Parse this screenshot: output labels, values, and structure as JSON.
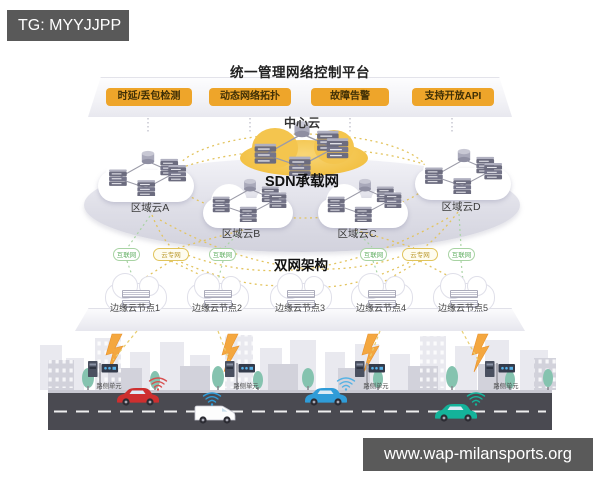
{
  "badge": {
    "text": "TG: MYYJJPP"
  },
  "watermark": {
    "text": "www.wap-milansports.org"
  },
  "platform": {
    "title": "统一管理网络控制平台",
    "buttons": [
      {
        "label": "时延/丢包检测"
      },
      {
        "label": "动态网络拓扑"
      },
      {
        "label": "故障告警"
      },
      {
        "label": "支持开放API"
      }
    ]
  },
  "network": {
    "center_cloud_label": "中心云",
    "sdn_label": "SDN承载网",
    "regional_clouds": [
      {
        "label": "区域云A"
      },
      {
        "label": "区域云B"
      },
      {
        "label": "区域云C"
      },
      {
        "label": "区域云D"
      }
    ],
    "dual_network_label": "双网架构",
    "access_ovals": [
      {
        "label": "互联网",
        "type": "internet"
      },
      {
        "label": "云专网",
        "type": "private"
      },
      {
        "label": "互联网",
        "type": "internet"
      },
      {
        "label": "互联网",
        "type": "internet"
      },
      {
        "label": "云专网",
        "type": "private"
      },
      {
        "label": "互联网",
        "type": "internet"
      }
    ],
    "edge_nodes": [
      {
        "label": "边缘云节点1"
      },
      {
        "label": "边缘云节点2"
      },
      {
        "label": "边缘云节点3"
      },
      {
        "label": "边缘云节点4"
      },
      {
        "label": "边缘云节点5"
      }
    ]
  },
  "street": {
    "rsu_label": "路侧单元",
    "vehicles": [
      {
        "name": "red-sedan",
        "color": "#CE2F2F",
        "wifi_color": "#D85050"
      },
      {
        "name": "white-van",
        "color": "#FDFDFD",
        "wifi_color": "#2F9CD8"
      },
      {
        "name": "blue-sedan",
        "color": "#2F9CD8",
        "wifi_color": "#55B2E4"
      },
      {
        "name": "teal-sedan",
        "color": "#14B39A",
        "wifi_color": "#14B39A"
      }
    ]
  },
  "icons": {
    "server-rack": "stacked-bars",
    "database-cylinder": "cylinder",
    "cloud": "cloud-shape",
    "wifi": "arcs",
    "lightning-bolt": "zigzag",
    "roadside-unit": "pole-with-sign"
  },
  "colors": {
    "accent_yellow": "#EEA52A",
    "cloud_yellow": "#F4C54E",
    "dotted_yellow": "#E3C45F",
    "dotted_green": "#A9D4A4",
    "ellipse_gray": "#DDDDE6",
    "road_gray": "#4A4A51",
    "bolt_orange": "#F4A73F",
    "badge_bg": "#595959"
  }
}
